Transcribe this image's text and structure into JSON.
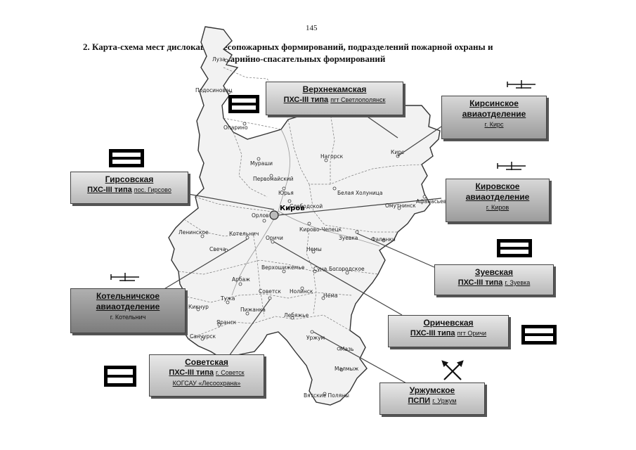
{
  "page_number": "145",
  "title": {
    "line1": "2. Карта-схема мест дислокации лесопожарных формирований, подразделений пожарной охраны и",
    "line2": "аварийно-спасательных формирований"
  },
  "cities": {
    "luza": "Луза",
    "podosinovets": "Подосиновец",
    "oparino": "Опарино",
    "murashi": "Мураши",
    "pervomaysky": "Первомайский",
    "yurya": "Юрья",
    "slobodskoy": "Слободской",
    "belaya_kholunitsa": "Белая Холуница",
    "nagorsk": "Нагорск",
    "kirs": "Кирс",
    "afanasyevo": "Афанасьево",
    "omutninsk": "Омутнинск",
    "kirov": "Киров",
    "orlov": "Орлов",
    "kirovo_chepetsk": "Кирово-Чепецк",
    "zuevka": "Зуевка",
    "falenki": "Фаленки",
    "leninskoe": "Ленинское",
    "kotelnich": "Котельнич",
    "svecha": "Свеча",
    "orichi": "Оричи",
    "nemy": "Немы",
    "verkhoshizhemye": "Верхошижемье",
    "suna": "Суна",
    "bogorodskoe": "Богородское",
    "arbazh": "Арбаж",
    "tuzha": "Тужа",
    "sovetsk": "Советск",
    "nolinsk": "Нолинск",
    "nema": "Нема",
    "kikur": "Кикнур",
    "pizhanka": "Пижанка",
    "yaransk": "Яранск",
    "lebyazhye": "Лебяжье",
    "sanchursk": "Санчурск",
    "urzhum": "Уржум",
    "mazh": "Мазь",
    "malmyzh": "Малмыж",
    "vyatskie_polyany": "Вятские Поляны"
  },
  "callouts": {
    "verkhnekamskaya": {
      "name": "Верхнекамская",
      "type": "ПХС-III типа",
      "loc": "пгт Светлополянск"
    },
    "kirsinskoe": {
      "name1": "Кирсинское",
      "name2": "авиаотделение",
      "loc": "г. Кирс"
    },
    "girsovskaya": {
      "name": "Гирсовская",
      "type": "ПХС-III типа",
      "loc": "пос. Гирсово"
    },
    "kirovskoe": {
      "name1": "Кировское",
      "name2": "авиаотделение",
      "loc": "г. Киров"
    },
    "zuevskaya": {
      "name": "Зуевская",
      "type": "ПХС-III типа",
      "loc": "г. Зуевка"
    },
    "kotelnichskoe": {
      "name1": "Котельничское",
      "name2": "авиаотделение",
      "loc": "г. Котельнич"
    },
    "orichevskaya": {
      "name": "Оричевская",
      "type": "ПХС-III типа",
      "loc": "пгт Оричи"
    },
    "sovetskaya": {
      "name": "Советская",
      "type": "ПХС-III типа",
      "loc": "г. Советск",
      "org": "КОГСАУ «Лесоохрана»"
    },
    "urzhumskoe": {
      "name": "Уржумское",
      "type": "ПСПИ",
      "loc": "г. Уржум"
    }
  }
}
